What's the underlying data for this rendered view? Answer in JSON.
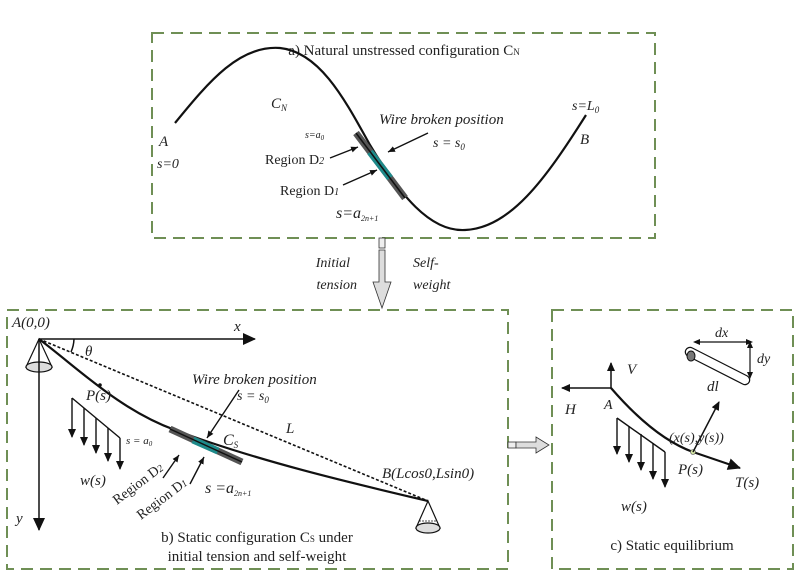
{
  "colors": {
    "frame": "#6f8f55",
    "wire": "#111111",
    "region_outer": "#555555",
    "region_inner": "#1e8a8a",
    "transition_arrow": "#dddddd"
  },
  "panel_a": {
    "caption": "a) Natural unstressed configuration C",
    "caption_sub": "N",
    "curve_label": "C",
    "curve_label_sub": "N",
    "point_a": "A",
    "point_b": "B",
    "start_label": "s=0",
    "end_label": "s=L",
    "end_label_sub": "0",
    "wire_broken_title": "Wire broken position",
    "wire_broken_eq": "s = s",
    "wire_broken_sub": "0",
    "a0_label": "s=a",
    "a0_sub": "0",
    "region_d2": "Region D",
    "region_d2_sub": "2",
    "region_d1": "Region D",
    "region_d1_sub": "1",
    "a2n1_label": "s=a",
    "a2n1_sub": "2n+1"
  },
  "transition": {
    "left_line1": "Initial",
    "left_line2": "tension",
    "right_line1": "Self-",
    "right_line2": "weight"
  },
  "panel_b": {
    "caption_line1": "b) Static configuration C",
    "caption_line1_sub": "S",
    "caption_line1_tail": " under",
    "caption_line2": "initial tension and self-weight",
    "origin_label": "A(0,0)",
    "x_axis": "x",
    "y_axis": "y",
    "angle": "θ",
    "point_p": "P(s)",
    "chord_label": "L",
    "end_label": "B(Lcos0,Lsin0)",
    "load_label": "w(s)",
    "curve_label": "C",
    "curve_label_sub": "S",
    "wire_broken_title": "Wire broken position",
    "wire_broken_eq": "s = s",
    "wire_broken_sub": "0",
    "a0_label": "s = a",
    "a0_sub": "0",
    "region_d2": "Region D",
    "region_d2_sub": "2",
    "region_d1": "Region D",
    "region_d1_sub": "1",
    "a2n1_label": "s =a",
    "a2n1_sub": "2n+1"
  },
  "panel_c": {
    "caption": "c) Static equilibrium",
    "v_label": "V",
    "h_label": "H",
    "a_label": "A",
    "dx_label": "dx",
    "dy_label": "dy",
    "dl_label": "dl",
    "coord_label": "(x(s),y(s))",
    "p_label": "P(s)",
    "t_label": "T(s)",
    "load_label": "w(s)"
  }
}
